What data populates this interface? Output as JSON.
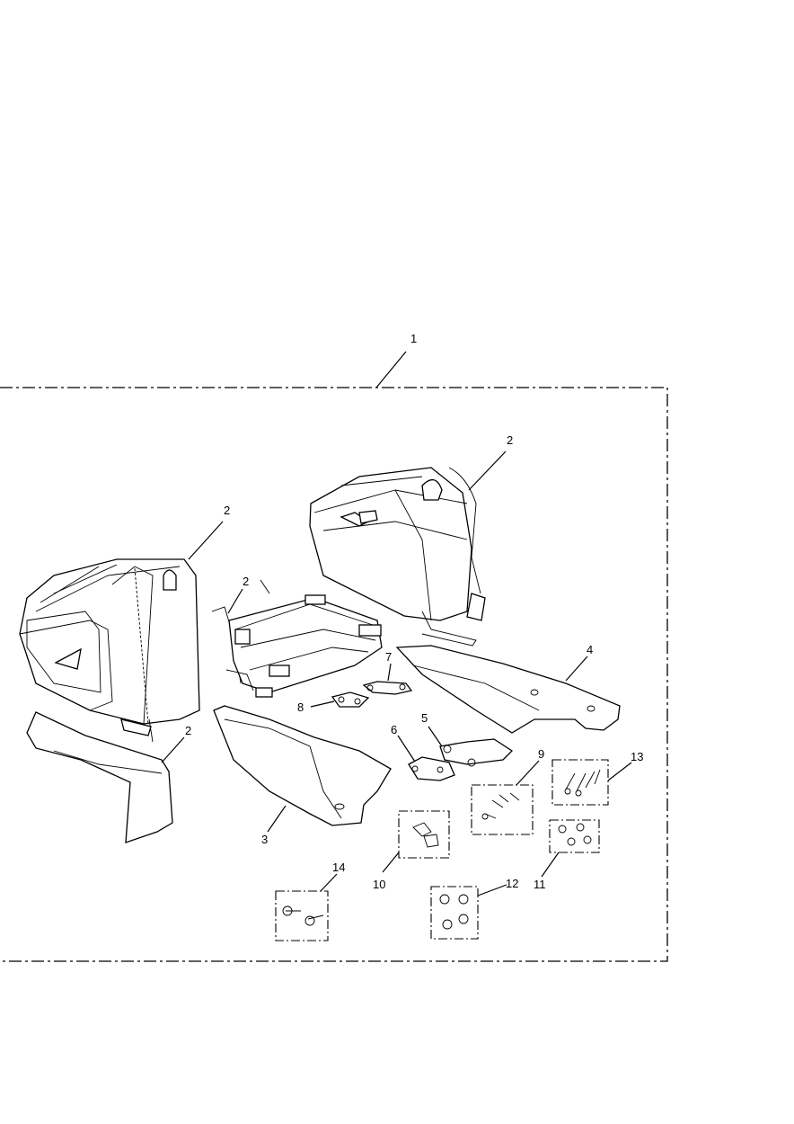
{
  "callouts": {
    "c1": "1",
    "c2a": "2",
    "c2b": "2",
    "c2c": "2",
    "c2d": "2",
    "c3": "3",
    "c4": "4",
    "c5": "5",
    "c6": "6",
    "c7": "7",
    "c8": "8",
    "c9": "9",
    "c10": "10",
    "c11": "11",
    "c12": "12",
    "c13": "13",
    "c14": "14"
  }
}
